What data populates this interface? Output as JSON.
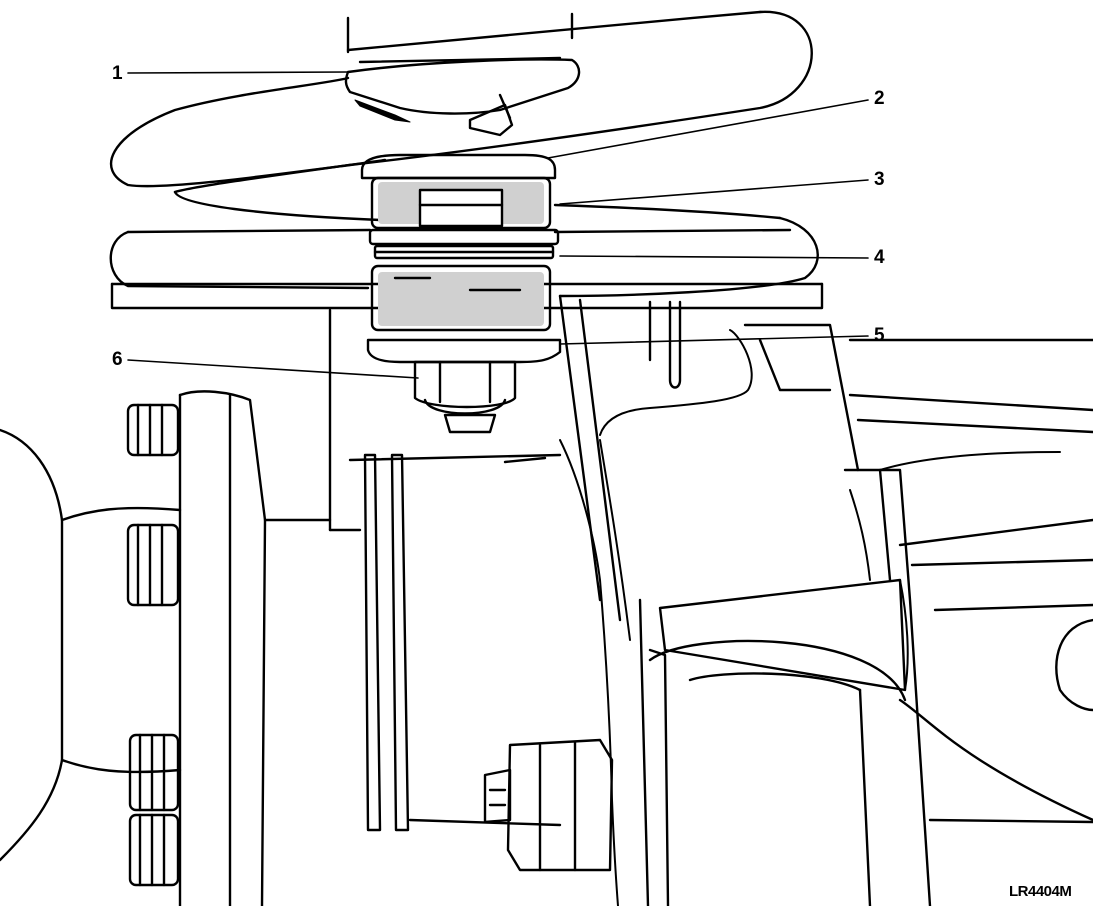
{
  "diagram": {
    "callouts": [
      {
        "id": "1",
        "label": "1"
      },
      {
        "id": "2",
        "label": "2"
      },
      {
        "id": "3",
        "label": "3"
      },
      {
        "id": "4",
        "label": "4"
      },
      {
        "id": "5",
        "label": "5"
      },
      {
        "id": "6",
        "label": "6"
      }
    ],
    "figure_reference": "LR4404M",
    "ink_color": "#000000",
    "paper_color": "#ffffff"
  }
}
